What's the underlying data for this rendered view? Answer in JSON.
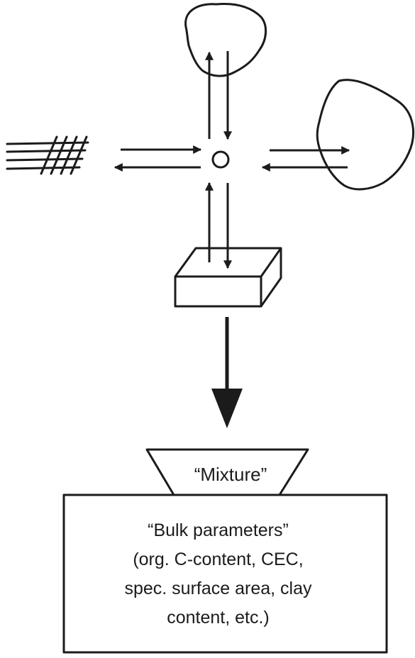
{
  "diagram": {
    "banner_label": "“Mixture”",
    "box_lines": [
      "“Bulk parameters”",
      "(org. C-content, CEC,",
      "spec. surface area, clay",
      "content, etc.)"
    ],
    "colors": {
      "ink": "#1b1b1b",
      "background": "#ffffff"
    }
  }
}
